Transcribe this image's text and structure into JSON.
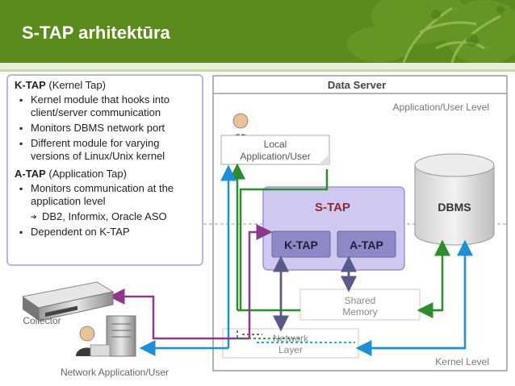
{
  "slide": {
    "title": "S-TAP arhitektūra"
  },
  "left_panel": {
    "ktap_heading": "K-TAP",
    "ktap_heading_suffix": " (Kernel Tap)",
    "ktap_points": [
      "Kernel module that hooks into client/server communication",
      "Monitors DBMS network port",
      "Different module for varying versions of Linux/Unix kernel"
    ],
    "atap_heading": "A-TAP",
    "atap_heading_suffix": " (Application Tap)",
    "atap_points": [
      "Monitors communication at the application level",
      "DB2, Informix, Oracle ASO",
      "Dependent on K-TAP"
    ]
  },
  "diagram": {
    "data_server": "Data Server",
    "app_level": "Application/User Level",
    "kernel_level": "Kernel Level",
    "local_app_line1": "Local",
    "local_app_line2": "Application/User",
    "stap": "S-TAP",
    "ktap_box": "K-TAP",
    "atap_box": "A-TAP",
    "dbms": "DBMS",
    "shared_line1": "Shared",
    "shared_line2": "Memory",
    "network_line1": "Network",
    "network_line2": "Layer",
    "collector": "Collector",
    "network_app": "Network Application/User"
  },
  "colors": {
    "header_green": "#5b8a1e",
    "arrow_green": "#2e8b2e",
    "arrow_blue": "#1e8fd6",
    "arrow_purple": "#8b3a8b",
    "arrow_slate": "#5a5a8a",
    "stap_fill": "#cfc8f0"
  }
}
